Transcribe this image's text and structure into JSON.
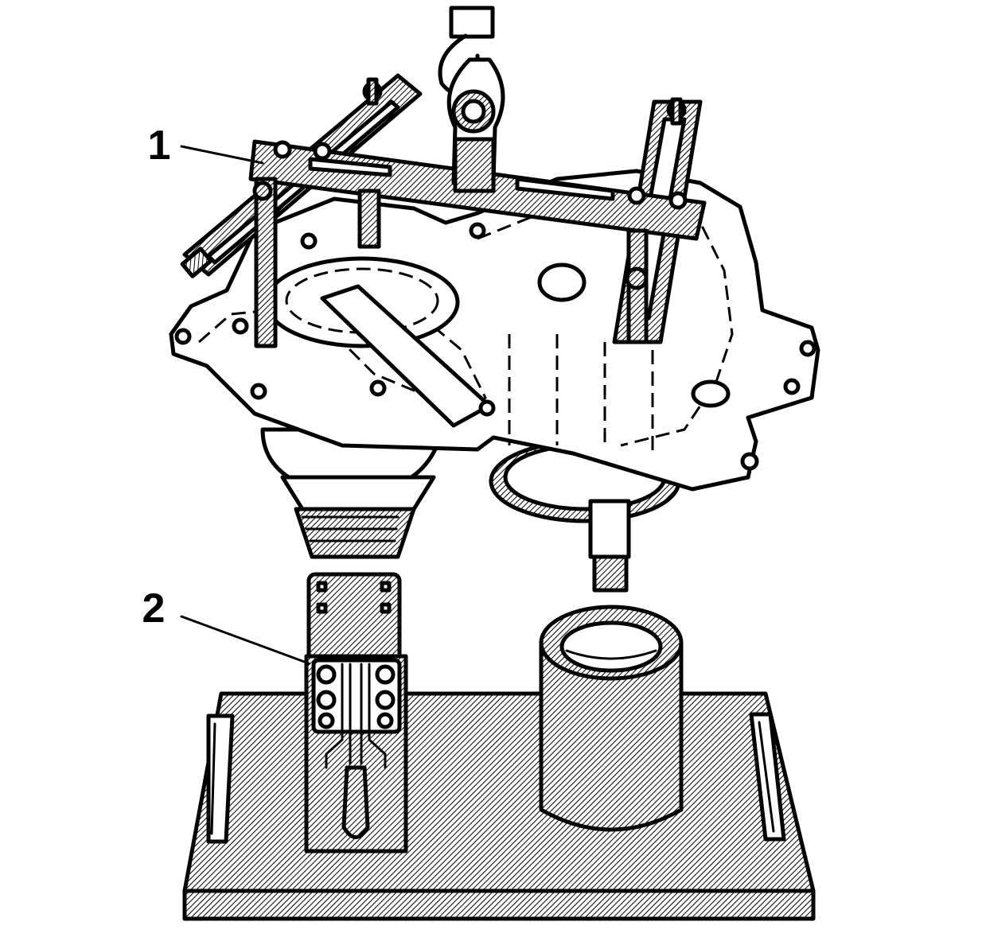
{
  "callouts": [
    {
      "id": "1",
      "label": "1"
    },
    {
      "id": "2",
      "label": "2"
    }
  ],
  "colors": {
    "line": "#000000",
    "background": "#ffffff",
    "hatch": "#000000"
  }
}
